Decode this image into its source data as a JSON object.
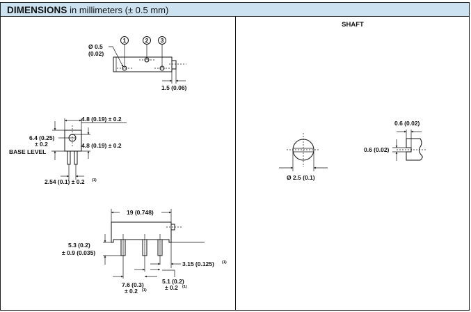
{
  "header": {
    "title_bold": "DIMENSIONS",
    "title_rest": " in millimeters (± 0.5 mm)",
    "background_color": "#cce2f1"
  },
  "left_panel": {
    "top_view": {
      "pin_labels": [
        "1",
        "2",
        "3"
      ],
      "hole_dia_line1": "Ø 0.5",
      "hole_dia_line2": "(0.02)",
      "shaft_offset": "1.5 (0.06)"
    },
    "side_view": {
      "width": "4.8 (0.19) ± 0.2",
      "total_height_line1": "6.4 (0.25)",
      "total_height_line2": "± 0.2",
      "body_height": "4.8 (0.19) ± 0.2",
      "base_level": "BASE LEVEL",
      "pin_spacing": "2.54 (0.1) ± 0.2",
      "pin_spacing_note": "(1)"
    },
    "front_view": {
      "length": "19 (0.748)",
      "pin_length_line1": "5.3 (0.2)",
      "pin_length_line2": "± 0.9 (0.035)",
      "edge_offset": "3.15 (0.125)",
      "edge_offset_note": "(1)",
      "pitch_a_line1": "7.6 (0.3)",
      "pitch_a_line2": "± 0.2",
      "pitch_a_note": "(1)",
      "pitch_b_line1": "5.1 (0.2)",
      "pitch_b_line2": "± 0.2",
      "pitch_b_note": "(1)"
    }
  },
  "right_panel": {
    "title": "SHAFT",
    "shaft_diameter": "Ø 2.5 (0.1)",
    "slot_width": "0.6 (0.02)",
    "slot_depth": "0.6 (0.02)"
  }
}
